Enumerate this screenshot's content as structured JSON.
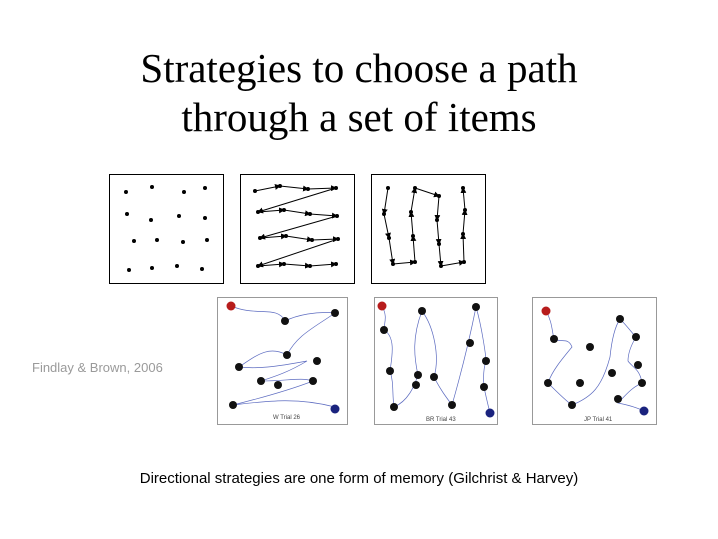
{
  "slide": {
    "title_line1": "Strategies  to  choose  a  path",
    "title_line2": "through  a set  of  items",
    "credit": "Findlay & Brown, 2006",
    "caption": "Directional  strategies  are  one  form  of  memory  (Gilchrist & Harvey)"
  },
  "trials": [
    {
      "label": "W  Trial 26"
    },
    {
      "label": "BR  Trial 43"
    },
    {
      "label": "JP  Trial 41"
    }
  ],
  "colors": {
    "start_item": "#b71c1c",
    "end_item": "#1a237e",
    "scan_path": "#5c6bc0",
    "credit_text": "#9a9a9a"
  }
}
